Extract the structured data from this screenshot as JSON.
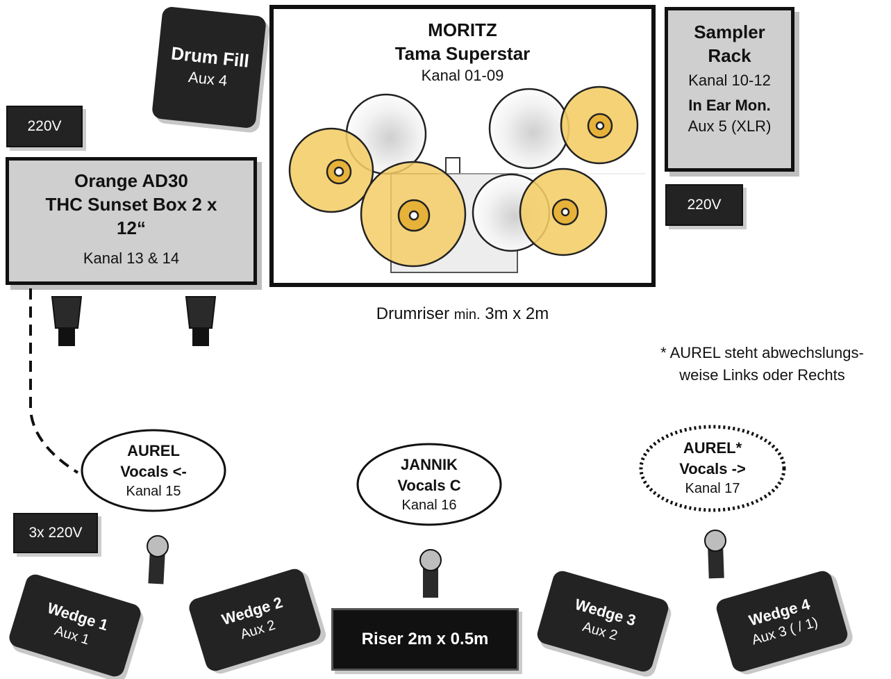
{
  "drummer": {
    "name": "MORITZ",
    "kit": "Tama Superstar",
    "channels": "Kanal 01-09"
  },
  "drum_fill": {
    "title": "Drum Fill",
    "aux": "Aux 4"
  },
  "sampler": {
    "title_line1": "Sampler",
    "title_line2": "Rack",
    "channels": "Kanal 10-12",
    "in_ear": "In Ear Mon.",
    "aux": "Aux 5 (XLR)"
  },
  "power": {
    "left_top": "220V",
    "right": "220V",
    "bottom_left": "3x 220V"
  },
  "amp": {
    "line1": "Orange AD30",
    "line2": "THC Sunset Box 2 x",
    "line3": "12“",
    "channels": "Kanal 13 & 14"
  },
  "riser": {
    "label": "Drumriser",
    "min": "min.",
    "size": "3m x 2m"
  },
  "note": {
    "line1": "* AUREL steht abwechslungs-",
    "line2": "weise Links oder Rechts"
  },
  "vocals": {
    "left": {
      "name": "AUREL",
      "role": "Vocals <-",
      "channel": "Kanal 15"
    },
    "center": {
      "name": "JANNIK",
      "role": "Vocals C",
      "channel": "Kanal 16"
    },
    "right": {
      "name": "AUREL*",
      "role": "Vocals ->",
      "channel": "Kanal 17"
    }
  },
  "wedges": [
    {
      "title": "Wedge 1",
      "aux": "Aux 1"
    },
    {
      "title": "Wedge 2",
      "aux": "Aux 2"
    },
    {
      "title": "Wedge 3",
      "aux": "Aux 2"
    },
    {
      "title": "Wedge 4",
      "aux": "Aux 3 ( / 1)"
    }
  ],
  "front_riser": {
    "label": "Riser 2m x 0.5m"
  },
  "colors": {
    "dark": "#232323",
    "grey": "#cfcfcf",
    "cymbal": "#f4cd66",
    "cymbal_dark": "#e7b23a"
  }
}
